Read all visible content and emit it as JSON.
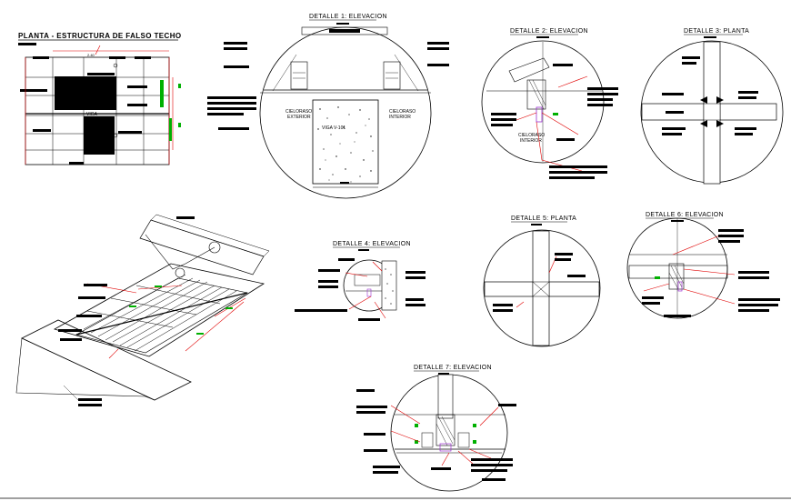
{
  "titles": {
    "plan": "PLANTA - ESTRUCTURA DE FALSO TECHO",
    "d1": "DETALLE 1: ELEVACION",
    "d2": "DETALLE 2: ELEVACION",
    "d3": "DETALLE 3: PLANTA",
    "d4": "DETALLE 4: ELEVACION",
    "d5": "DETALLE 5: PLANTA",
    "d6": "DETALLE 6: ELEVACION",
    "d7": "DETALLE 7: ELEVACION"
  },
  "plan_labels": {
    "viga": "VIGA",
    "dim_top": "2.40"
  },
  "d1_labels": {
    "cielo_ext": "CIELORASO",
    "ext": "EXTERIOR",
    "cielo_int": "CIELORASO",
    "int": "INTERIOR",
    "viga": "VIGA V-101"
  },
  "d2_labels": {
    "cielo": "CIELORASO",
    "int": "INTERIOR"
  },
  "colors": {
    "line": "#000000",
    "red": "#e00000",
    "green": "#00b000",
    "purple": "#9b30d0"
  }
}
